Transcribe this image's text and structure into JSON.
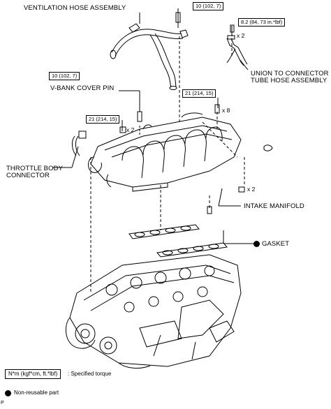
{
  "labels": {
    "ventilation_hose": "VENTILATION HOSE ASSEMBLY",
    "union_tube_1": "UNION TO CONNECTOR",
    "union_tube_2": "TUBE HOSE ASSEMBLY",
    "vbank_pin": "V-BANK COVER PIN",
    "throttle_1": "THROTTLE BODY",
    "throttle_2": "CONNECTOR",
    "intake_manifold": "INTAKE MANIFOLD",
    "gasket": "GASKET"
  },
  "torques": {
    "top": "10 (102, 7)",
    "right_top": "8.2 (84, 73 in.*lbf)",
    "vbank": "10 (102, 7)",
    "left_bolt": "21 (214, 15)",
    "right_bolt": "21 (214, 15)"
  },
  "quantities": {
    "x2_union": "x 2",
    "x2_left": "x 2",
    "x8": "x 8",
    "x2_manifold": "x 2"
  },
  "legend": {
    "torque_box": "N*m (kgf*cm, ft.*lbf)",
    "torque_text": ": Specified torque",
    "nonreusable": "Non-reusable part"
  },
  "footer_mark": "P"
}
